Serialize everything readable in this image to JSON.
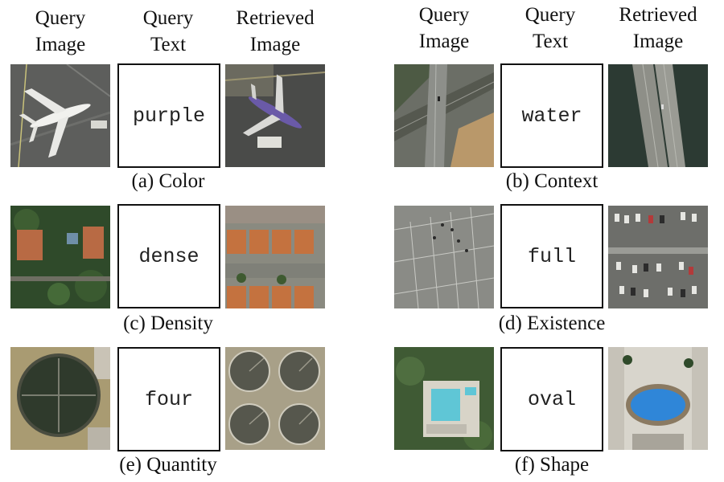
{
  "headers": {
    "query_image": [
      "Query",
      "Image"
    ],
    "query_text": [
      "Query",
      "Text"
    ],
    "retrieved_image": [
      "Retrieved",
      "Image"
    ]
  },
  "examples": [
    {
      "caption": "(a) Color",
      "query_text": "purple"
    },
    {
      "caption": "(b) Context",
      "query_text": "water"
    },
    {
      "caption": "(c) Density",
      "query_text": "dense"
    },
    {
      "caption": "(d) Existence",
      "query_text": "full"
    },
    {
      "caption": "(e) Quantity",
      "query_text": "four"
    },
    {
      "caption": "(f) Shape",
      "query_text": "oval"
    }
  ]
}
